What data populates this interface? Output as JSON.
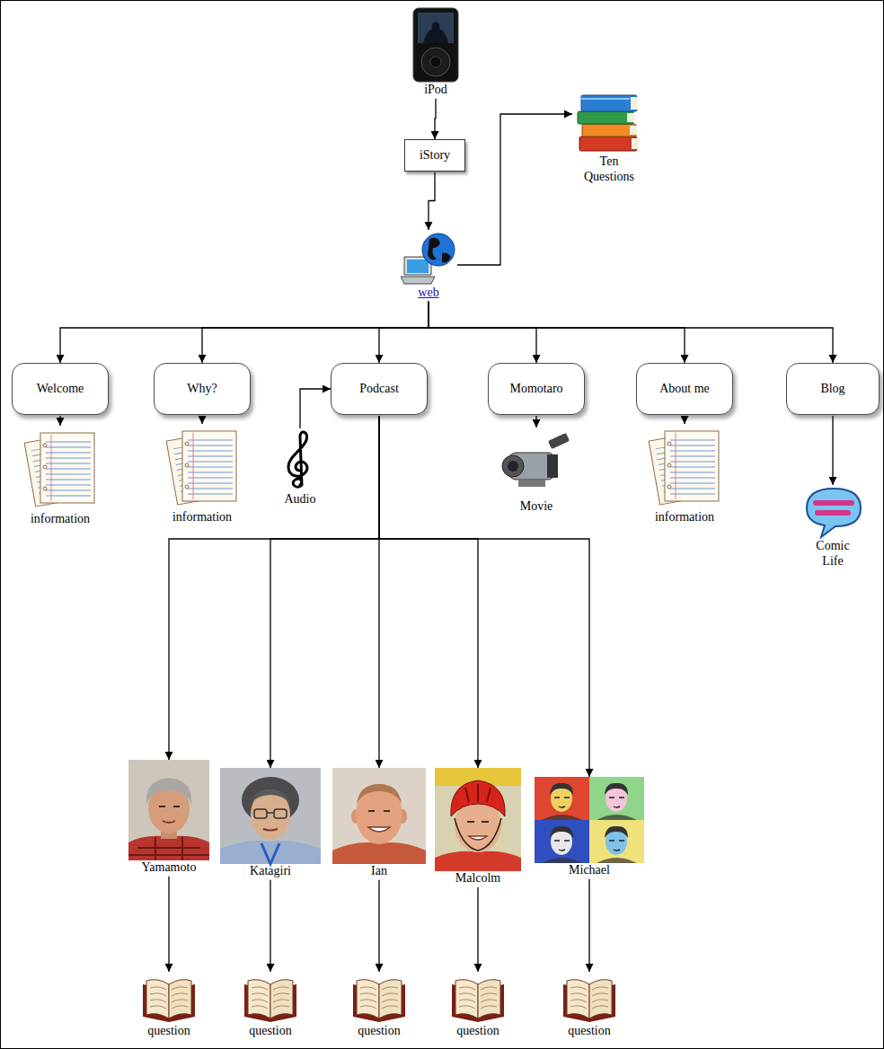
{
  "diagram": {
    "nodes": [
      {
        "text": [
          "iPod"
        ]
      },
      {
        "text": [
          "iStory"
        ]
      },
      {
        "text": [
          "Ten Questions"
        ]
      },
      {
        "text": [
          "web"
        ]
      },
      {
        "text": [
          "Welcome"
        ]
      },
      {
        "text": [
          "Why?"
        ]
      },
      {
        "text": [
          "Podcast"
        ]
      },
      {
        "text": [
          "Momotaro"
        ]
      },
      {
        "text": [
          "About me"
        ]
      },
      {
        "text": [
          "Blog"
        ]
      },
      {
        "text": [
          "information"
        ]
      },
      {
        "text": [
          "information"
        ]
      },
      {
        "text": [
          "Audio"
        ]
      },
      {
        "text": [
          "Movie"
        ]
      },
      {
        "text": [
          "information"
        ]
      },
      {
        "text": [
          "Comic Life"
        ]
      },
      {
        "text": [
          "Yamamoto"
        ]
      },
      {
        "text": [
          "Katagiri"
        ]
      },
      {
        "text": [
          "Ian"
        ]
      },
      {
        "text": [
          "Malcolm"
        ]
      },
      {
        "text": [
          "Michael"
        ]
      },
      {
        "text": [
          "question"
        ]
      },
      {
        "text": [
          "question"
        ]
      },
      {
        "text": [
          "question"
        ]
      },
      {
        "text": [
          "question"
        ]
      },
      {
        "text": [
          "question"
        ]
      }
    ],
    "edges": [
      {
        "from": 0,
        "to": 1,
        "arrow": "to"
      },
      {
        "from": 1,
        "to": 3,
        "arrow": "to"
      },
      {
        "from": 3,
        "to": 2,
        "arrow": "to"
      },
      {
        "from": 3,
        "to": 4,
        "arrow": "to"
      },
      {
        "from": 3,
        "to": 5,
        "arrow": "to"
      },
      {
        "from": 3,
        "to": 6,
        "arrow": "to"
      },
      {
        "from": 3,
        "to": 7,
        "arrow": "to"
      },
      {
        "from": 3,
        "to": 8,
        "arrow": "to"
      },
      {
        "from": 3,
        "to": 9,
        "arrow": "to"
      },
      {
        "from": 4,
        "to": 10,
        "arrow": "to"
      },
      {
        "from": 5,
        "to": 11,
        "arrow": "to"
      },
      {
        "from": 12,
        "to": 6,
        "arrow": "to"
      },
      {
        "from": 7,
        "to": 13,
        "arrow": "to"
      },
      {
        "from": 8,
        "to": 14,
        "arrow": "to"
      },
      {
        "from": 9,
        "to": 15,
        "arrow": "to"
      },
      {
        "from": 6,
        "to": 16,
        "arrow": "to"
      },
      {
        "from": 6,
        "to": 17,
        "arrow": "to"
      },
      {
        "from": 6,
        "to": 18,
        "arrow": "to"
      },
      {
        "from": 6,
        "to": 19,
        "arrow": "to"
      },
      {
        "from": 6,
        "to": 20,
        "arrow": "to"
      },
      {
        "from": 16,
        "to": 21,
        "arrow": "to"
      },
      {
        "from": 17,
        "to": 22,
        "arrow": "to"
      },
      {
        "from": 18,
        "to": 23,
        "arrow": "to"
      },
      {
        "from": 19,
        "to": 24,
        "arrow": "to"
      },
      {
        "from": 20,
        "to": 25,
        "arrow": "to"
      }
    ]
  }
}
